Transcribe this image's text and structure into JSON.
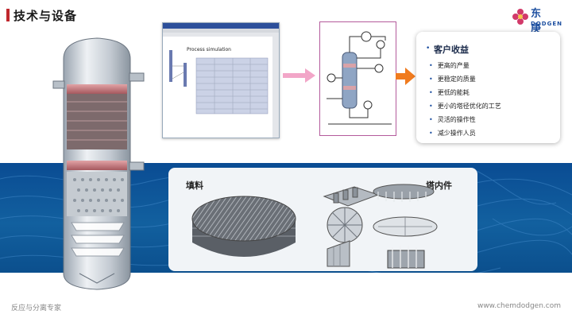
{
  "header": {
    "title": "技术与设备"
  },
  "logo": {
    "name_cn": "东 庚",
    "name_en": "DODGEN",
    "accent_color": "#1d4fa0"
  },
  "simulation": {
    "window_title": "Process simulation"
  },
  "benefits": {
    "title": "客户收益",
    "items": [
      "更高的产量",
      "更稳定的质量",
      "更低的能耗",
      "更小的塔径优化的工艺",
      "灵活的操作性",
      "减少操作人员"
    ]
  },
  "equipment": {
    "packing_label": "填料",
    "internals_label": "塔内件"
  },
  "footer": {
    "left": "反应与分离专家",
    "right": "www.chemdodgen.com"
  },
  "colors": {
    "band": "#0a4c93",
    "pink_arrow": "#f2a6c8",
    "orange_arrow": "#f07b1e",
    "title_bar": "#c0282d"
  }
}
